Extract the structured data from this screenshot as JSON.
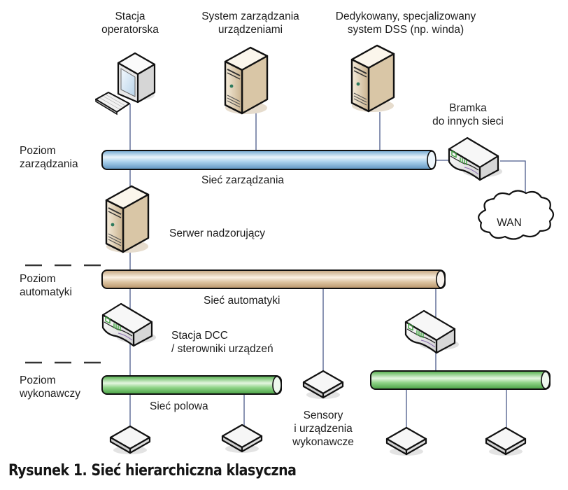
{
  "diagram": {
    "top_devices": [
      {
        "id": "operator-station",
        "label": [
          "Stacja",
          "operatorska"
        ],
        "icon": "workstation-icon"
      },
      {
        "id": "device-mgmt-system",
        "label": [
          "System zarządzania",
          "urządzeniami"
        ],
        "icon": "server-icon"
      },
      {
        "id": "dss-system",
        "label": [
          "Dedykowany, specjalizowany",
          "system DSS (np. winda)"
        ],
        "icon": "server-icon"
      }
    ],
    "gateway": {
      "label": [
        "Bramka",
        "do innych sieci"
      ],
      "icon": "gateway-icon"
    },
    "wan": {
      "label": "WAN",
      "icon": "cloud-icon"
    },
    "levels": [
      {
        "id": "management",
        "label": [
          "Poziom",
          "zarządzania"
        ]
      },
      {
        "id": "automation",
        "label": [
          "Poziom",
          "automatyki"
        ]
      },
      {
        "id": "execution",
        "label": [
          "Poziom",
          "wykonawczy"
        ]
      }
    ],
    "networks": {
      "management": {
        "label": "Sieć zarządzania",
        "color": "#8fc3e6"
      },
      "automation": {
        "label": "Sieć automatyki",
        "color": "#d9bf9c"
      },
      "field": {
        "label": "Sieć polowa",
        "color": "#7fcb78"
      }
    },
    "supervisory_server": {
      "label": "Serwer nadzorujący",
      "icon": "server-icon"
    },
    "dcc_station": {
      "label": [
        "Stacja DCC",
        "/ sterowniki urządzeń"
      ],
      "icon": "controller-icon"
    },
    "sensors": {
      "label": [
        "Sensory",
        "i urządzenia",
        "wykonawcze"
      ],
      "icon": "sensor-icon"
    },
    "link_color": "#4a5a8a"
  },
  "caption": "Rysunek 1. Sieć hierarchiczna klasyczna"
}
